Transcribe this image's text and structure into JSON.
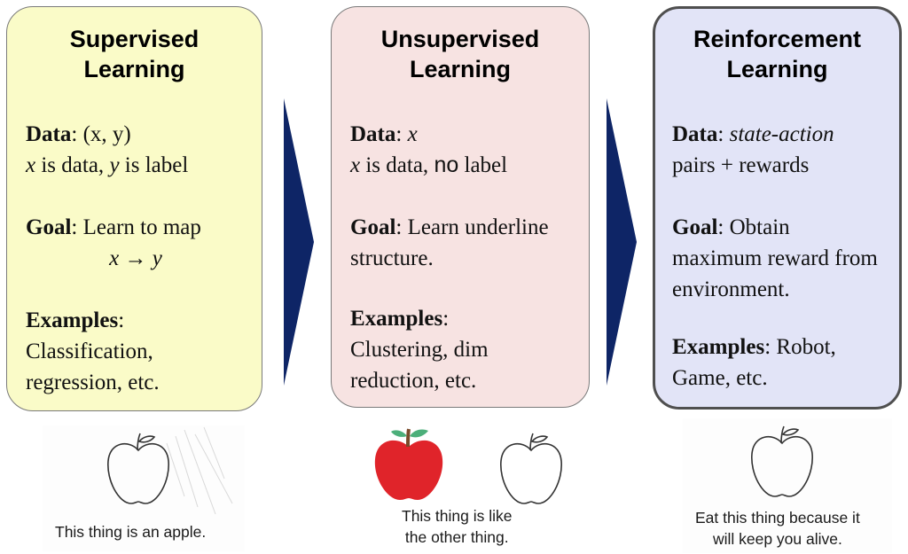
{
  "cards": [
    {
      "title": "Supervised\nLearning",
      "data_label": "Data",
      "data_value": "(x, y)",
      "data_line2": {
        "v1": "x",
        "t1": " is data, ",
        "v2": "y",
        "t2": " is label"
      },
      "goal_label": "Goal",
      "goal_text": "Learn to map",
      "goal_formula": "x → y",
      "examples_label": "Examples",
      "examples_text": "Classification, regression, etc."
    },
    {
      "title": "Unsupervised\nLearning",
      "data_label": "Data",
      "data_value": "x",
      "data_line2": {
        "v1": "x",
        "t1": " is data, ",
        "t2": "no",
        "t3": " label"
      },
      "goal_label": "Goal",
      "goal_text": "Learn underline structure.",
      "examples_label": "Examples",
      "examples_text": "Clustering, dim reduction, etc."
    },
    {
      "title": "Reinforcement\nLearning",
      "data_label": "Data",
      "data_value": "state-action",
      "data_line2": {
        "t1": "pairs + rewards"
      },
      "goal_label": "Goal",
      "goal_text": "Obtain maximum reward from environment.",
      "examples_label": "Examples",
      "examples_text": "Robot, Game, etc."
    }
  ],
  "arrows": {
    "color": "#0e2566"
  },
  "illustrations": {
    "supervised_caption": "This thing is an apple.",
    "unsupervised_caption": "This thing is like\nthe other thing.",
    "reinforcement_caption": "Eat this thing because it\nwill keep you alive.",
    "apple_colors": {
      "red": "#e0242a",
      "leaf": "#4caf7a",
      "stem": "#7a4a2a",
      "outline": "#333333"
    }
  }
}
